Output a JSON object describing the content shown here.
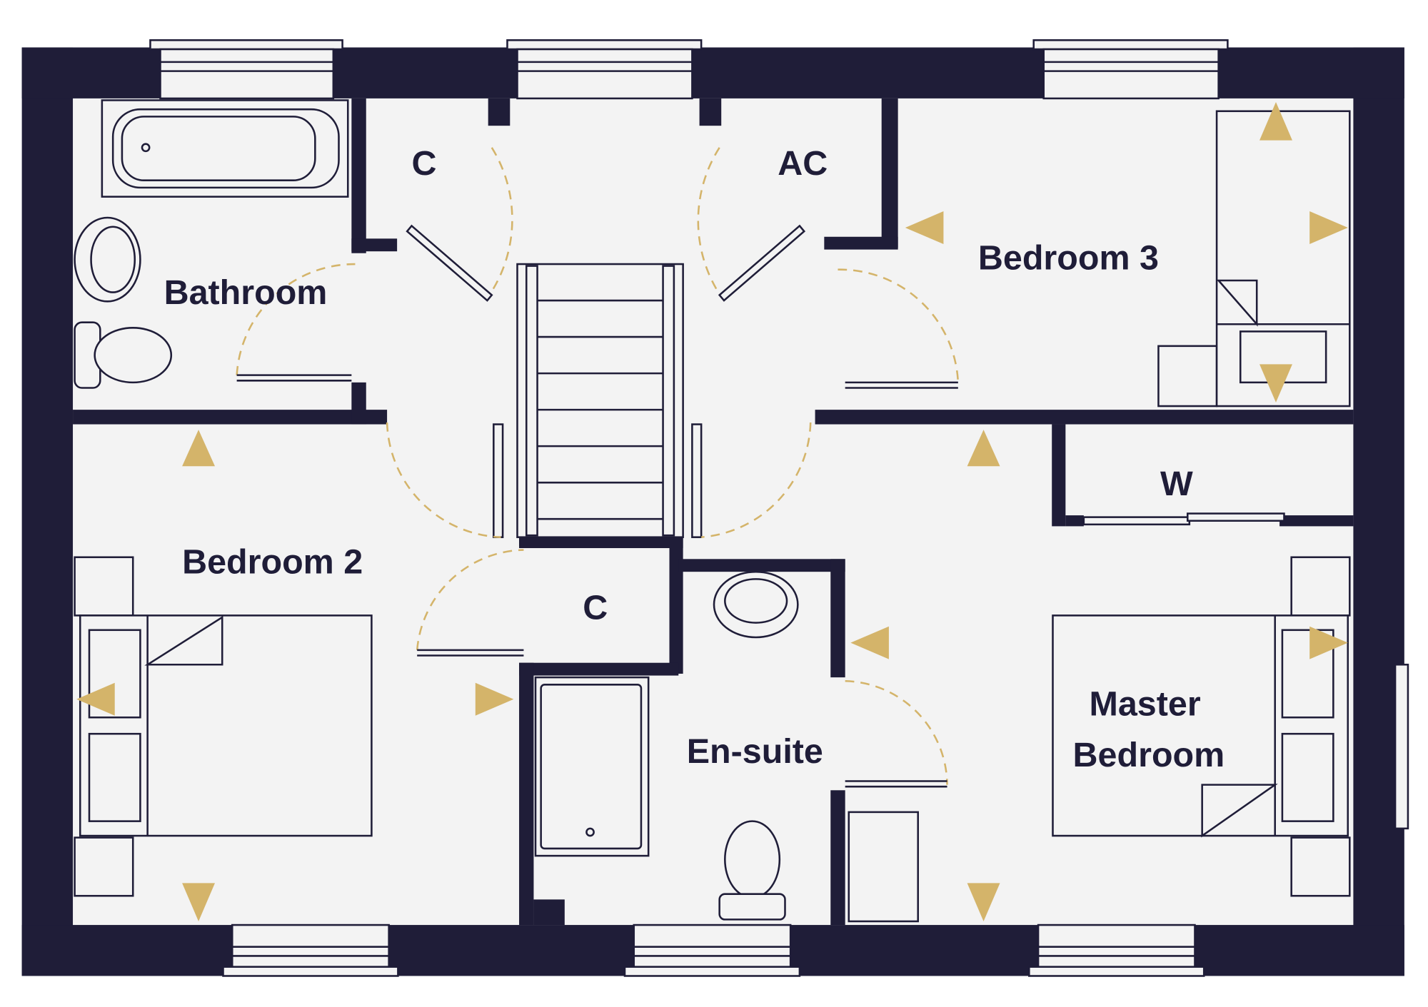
{
  "title": "First floor plan",
  "colors": {
    "wall": "#1f1d38",
    "floor": "#f3f3f3",
    "accent": "#d4b46a"
  },
  "rooms": {
    "bathroom": "Bathroom",
    "cupboard_top": "C",
    "airing_cupboard": "AC",
    "bedroom3": "Bedroom 3",
    "wardrobe": "W",
    "bedroom2": "Bedroom 2",
    "cupboard_mid": "C",
    "ensuite": "En-suite",
    "master_line1": "Master",
    "master_line2": "Bedroom"
  }
}
